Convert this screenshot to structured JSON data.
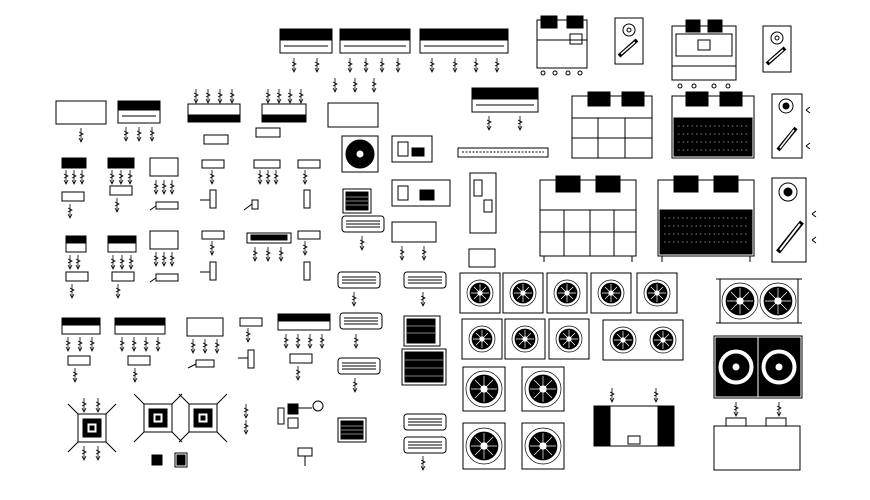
{
  "drawing": {
    "background_color": "#ffffff",
    "line_color": "#000000",
    "fill_color": "#000000",
    "symbol_groups": [
      "wall-mounted-split-units",
      "ceiling-cassette-units",
      "rooftop-package-units",
      "air-handling-units",
      "axial-fan-grids",
      "condensing-units",
      "coil-units"
    ]
  }
}
